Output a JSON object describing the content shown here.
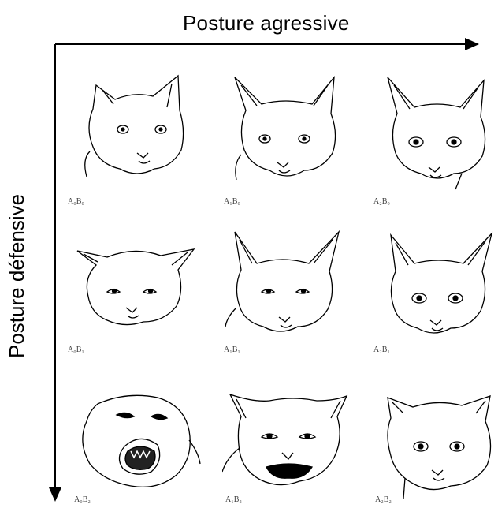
{
  "axis_x_title": "Posture agressive",
  "axis_y_title": "Posture défensive",
  "cells": [
    {
      "label": "A₀B₀",
      "aggression": 0,
      "defense": 0
    },
    {
      "label": "A₁B₀",
      "aggression": 1,
      "defense": 0
    },
    {
      "label": "A₂B₀",
      "aggression": 2,
      "defense": 0
    },
    {
      "label": "A₀B₁",
      "aggression": 0,
      "defense": 1
    },
    {
      "label": "A₁B₁",
      "aggression": 1,
      "defense": 1
    },
    {
      "label": "A₂B₁",
      "aggression": 2,
      "defense": 1
    },
    {
      "label": "A₀B₂",
      "aggression": 0,
      "defense": 2
    },
    {
      "label": "A₁B₂",
      "aggression": 1,
      "defense": 2
    },
    {
      "label": "A₂B₂",
      "aggression": 2,
      "defense": 2
    }
  ]
}
